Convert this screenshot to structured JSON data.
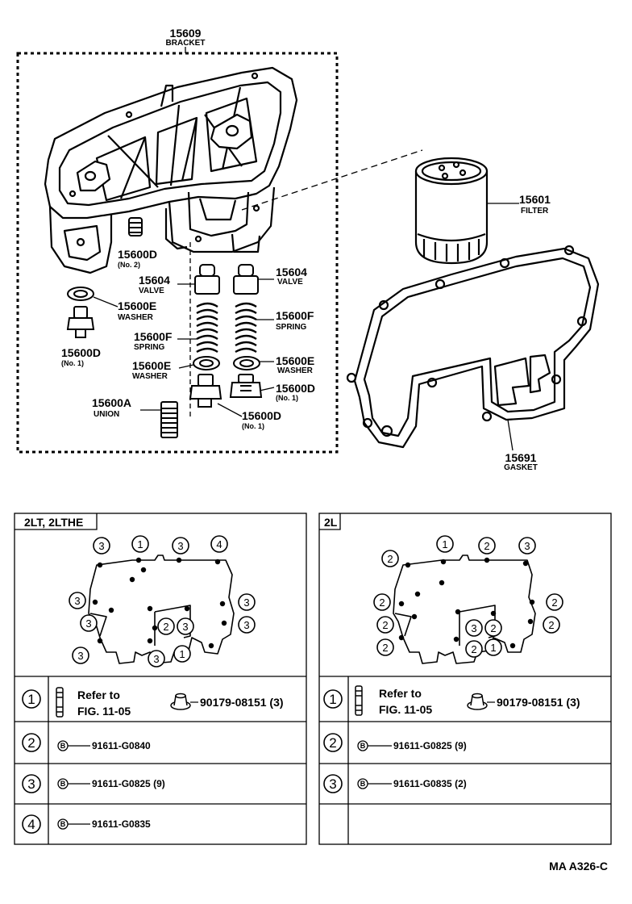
{
  "parts": {
    "bracket": {
      "number": "15609",
      "name": "BRACKET"
    },
    "filter": {
      "number": "15601",
      "name": "FILTER"
    },
    "gasket": {
      "number": "15691",
      "name": "GASKET"
    },
    "plug_no2": {
      "number": "15600D",
      "sub": "(No. 2)"
    },
    "valve_l": {
      "number": "15604",
      "name": "VALVE"
    },
    "valve_r": {
      "number": "15604",
      "name": "VALVE"
    },
    "washer_top_l": {
      "number": "15600E",
      "name": "WASHER"
    },
    "plug_l": {
      "number": "15600D",
      "sub": "(No. 1)"
    },
    "spring_l": {
      "number": "15600F",
      "name": "SPRING"
    },
    "spring_r": {
      "number": "15600F",
      "name": "SPRING"
    },
    "washer_m": {
      "number": "15600E",
      "name": "WASHER"
    },
    "washer_r": {
      "number": "15600E",
      "name": "WASHER"
    },
    "plug_r": {
      "number": "15600D",
      "sub": "(No. 1)"
    },
    "union": {
      "number": "15600A",
      "name": "UNION"
    },
    "plug_b": {
      "number": "15600D",
      "sub": "(No. 1)"
    }
  },
  "panels": {
    "left": {
      "title": "2LT, 2LTHE",
      "callouts_top": [
        "3",
        "1",
        "3",
        "4"
      ],
      "callouts_left": [
        "3",
        "3",
        "3"
      ],
      "callouts_right": [
        "3",
        "3"
      ],
      "callouts_inner": [
        "2",
        "3"
      ],
      "callouts_bottom": [
        "3",
        "1"
      ],
      "rows": [
        {
          "num": "1",
          "ref_line1": "Refer to",
          "ref_line2": "FIG. 11-05",
          "code": "90179-08151 (3)"
        },
        {
          "num": "2",
          "code": "91611-G0840"
        },
        {
          "num": "3",
          "code": "91611-G0825 (9)"
        },
        {
          "num": "4",
          "code": "91611-G0835"
        }
      ]
    },
    "right": {
      "title": "2L",
      "callouts_top": [
        "2",
        "1",
        "2",
        "3"
      ],
      "callouts_left": [
        "2",
        "2",
        "2"
      ],
      "callouts_right": [
        "2",
        "2"
      ],
      "callouts_inner": [
        "3",
        "2",
        "2",
        "1"
      ],
      "rows": [
        {
          "num": "1",
          "ref_line1": "Refer to",
          "ref_line2": "FIG. 11-05",
          "code": "90179-08151 (3)"
        },
        {
          "num": "2",
          "code": "91611-G0825 (9)"
        },
        {
          "num": "3",
          "code": "91611-G0835 (2)"
        }
      ]
    }
  },
  "bolt_symbol": "B",
  "figure_code": "MA A326-C"
}
